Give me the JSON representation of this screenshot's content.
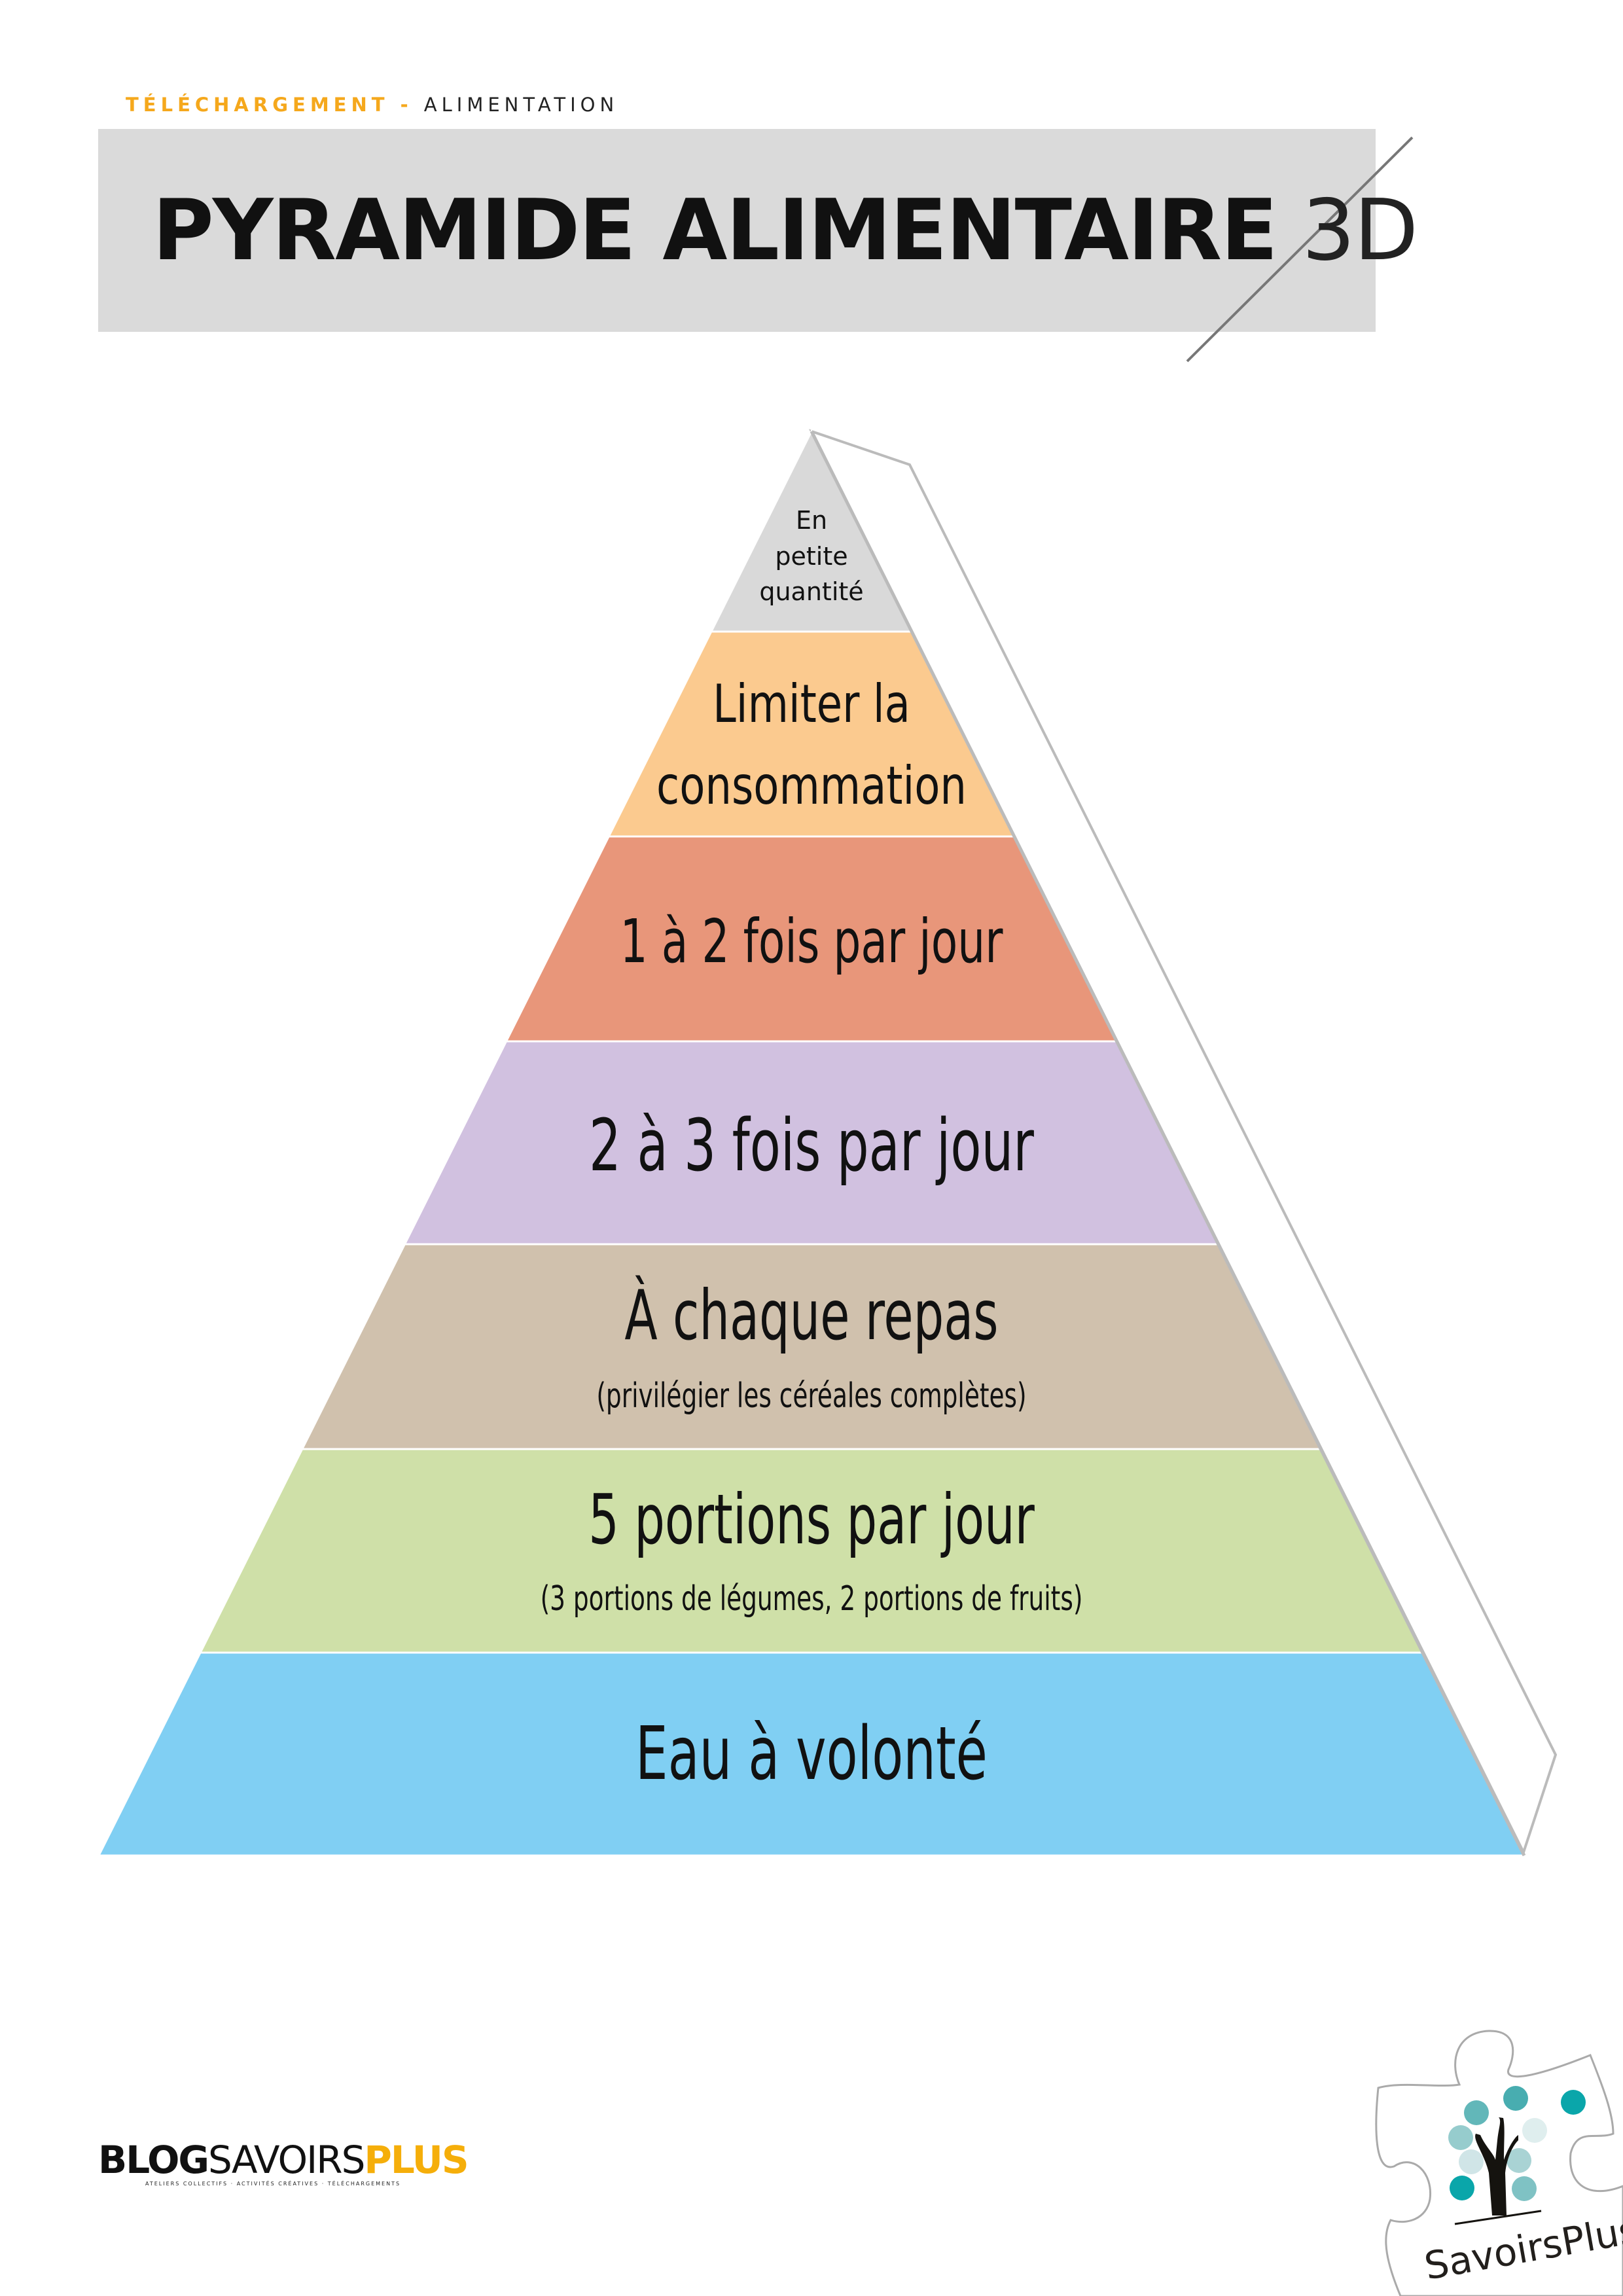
{
  "header": {
    "kicker_highlight": "TÉLÉCHARGEMENT",
    "kicker_separator": " - ",
    "kicker_category": "ALIMENTATION",
    "title_bold": "PYRAMIDE ALIMENTAIRE",
    "title_light": " 3D"
  },
  "pyramid": {
    "levels": [
      {
        "lines": [
          "En",
          "petite",
          "quantité"
        ],
        "color": "#d9d9d9"
      },
      {
        "lines": [
          "Limiter la",
          "consommation"
        ],
        "color": "#fbca8f"
      },
      {
        "lines": [
          "1 à 2 fois par jour"
        ],
        "color": "#e8967a"
      },
      {
        "lines": [
          "2 à 3 fois par jour"
        ],
        "color": "#d1c1e0"
      },
      {
        "lines": [
          "À chaque repas"
        ],
        "sub": "(privilégier les céréales complètes)",
        "color": "#d0c1ad"
      },
      {
        "lines": [
          "5 portions par jour"
        ],
        "sub": "(3 portions de légumes, 2 portions de fruits)",
        "color": "#cfe0a8"
      },
      {
        "lines": [
          "Eau à volonté"
        ],
        "color": "#80cff3"
      }
    ]
  },
  "footer": {
    "logo_blog": "BLOG",
    "logo_savoirs": "SAVOIRS",
    "logo_plus": "PLUS",
    "logo_tagline": "ATELIERS COLLECTIFS · ACTIVITÉS CRÉATIVES · TÉLÉCHARGEMENTS",
    "brand_logo_text": "SavoirsPlus"
  }
}
